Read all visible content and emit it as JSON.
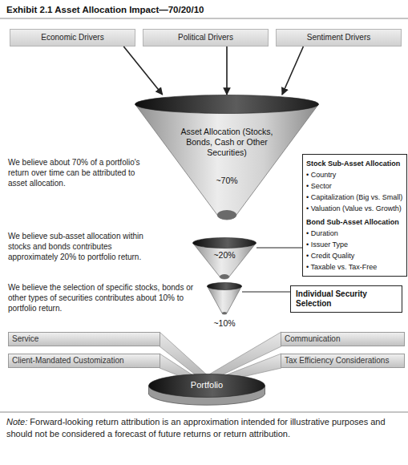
{
  "diagram": {
    "title": "Exhibit 2.1 Asset Allocation Impact—70/20/10",
    "nodes": [
      {
        "text": [
          "Economic Drivers"
        ]
      },
      {
        "text": [
          "Political Drivers"
        ]
      },
      {
        "text": [
          "Sentiment Drivers"
        ]
      },
      {
        "text": [
          "Asset Allocation (Stocks, Bonds, Cash or Other Securities)",
          "~70%"
        ]
      },
      {
        "text": [
          "Stock Sub-Asset Allocation",
          "• Country",
          "• Sector",
          "• Capitalization (Big vs. Small)",
          "• Valuation (Value vs. Growth)",
          "Bond Sub-Asset Allocation",
          "• Duration",
          "• Issuer Type",
          "• Credit Quality",
          "• Taxable vs. Tax-Free"
        ]
      },
      {
        "text": [
          "~20%"
        ]
      },
      {
        "text": [
          "~10%"
        ]
      },
      {
        "text": [
          "Individual Security Selection"
        ]
      },
      {
        "text": [
          "Service"
        ]
      },
      {
        "text": [
          "Client-Mandated Customization"
        ]
      },
      {
        "text": [
          "Communication"
        ]
      },
      {
        "text": [
          "Tax Efficiency Considerations"
        ]
      },
      {
        "text": [
          "Portfolio"
        ]
      }
    ],
    "edges": [
      {
        "from": 0,
        "to": 3,
        "arrow": "to"
      },
      {
        "from": 1,
        "to": 3,
        "arrow": "to"
      },
      {
        "from": 2,
        "to": 3,
        "arrow": "to"
      },
      {
        "from": 5,
        "to": 4,
        "arrow": "none"
      },
      {
        "from": 6,
        "to": 7,
        "arrow": "none"
      }
    ],
    "labels": [
      "We believe about 70% of a portfolio's return over time can be attributed to asset allocation.",
      "We believe sub-asset allocation within stocks and bonds contributes approximately 20% to portfolio return.",
      "We believe the selection of specific stocks, bonds or other types of securities contributes about 10% to portfolio return.",
      "Note:",
      "Forward-looking return attribution is an approximation intended for illustrative purposes and should not be considered a forecast of future returns or return attribution."
    ]
  }
}
